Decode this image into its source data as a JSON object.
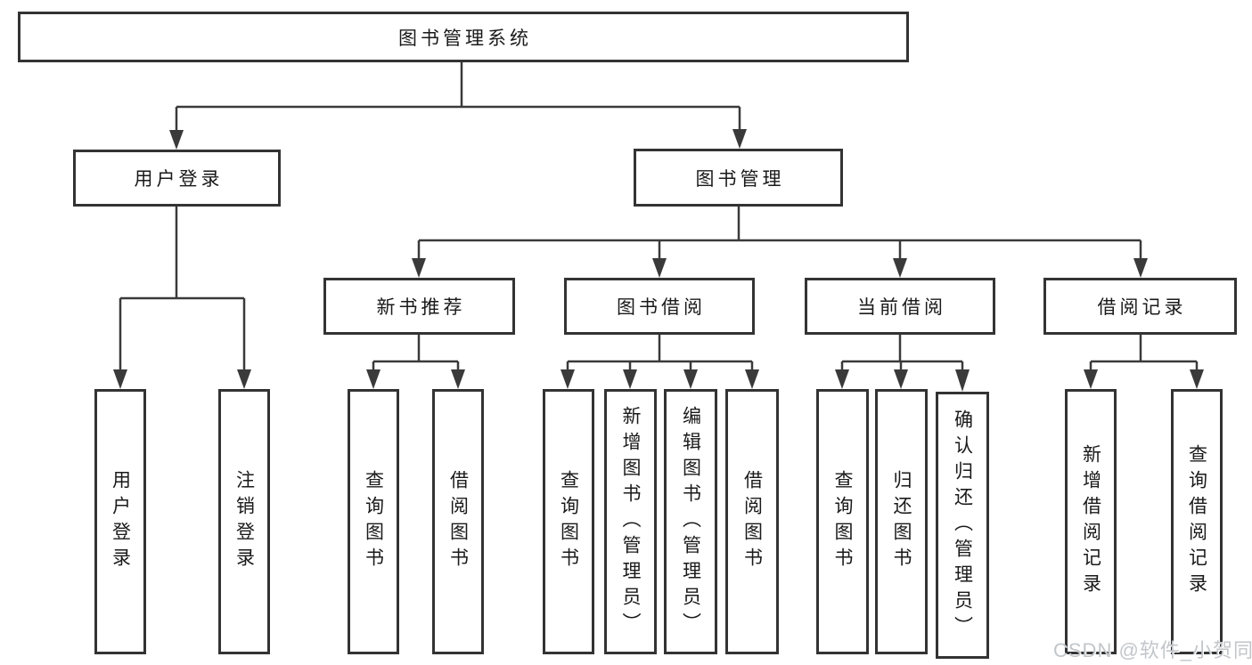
{
  "diagram": {
    "root": {
      "label": "图书管理系统"
    },
    "level2": {
      "user_login": {
        "label": "用户登录"
      },
      "book_management": {
        "label": "图书管理"
      }
    },
    "level3": {
      "new_book_recommend": {
        "label": "新书推荐"
      },
      "book_borrow": {
        "label": "图书借阅"
      },
      "current_borrow": {
        "label": "当前借阅"
      },
      "borrow_record": {
        "label": "借阅记录"
      }
    },
    "leaves": {
      "user_login": [
        "用户登录",
        "注销登录"
      ],
      "new_book_recommend": [
        "查询图书",
        "借阅图书"
      ],
      "book_borrow": [
        "查询图书",
        "新增图书（管理员）",
        "编辑图书（管理员）",
        "借阅图书"
      ],
      "current_borrow": [
        "查询图书",
        "归还图书",
        "确认归还（管理员）"
      ],
      "borrow_record": [
        "新增借阅记录",
        "查询借阅记录"
      ]
    },
    "watermark": "CSDN @软件_小贺同学",
    "colors": {
      "line": "#3a3a3a",
      "border": "#333333",
      "text": "#1a1a1a",
      "watermark": "#c2c6ca",
      "background": "#ffffff"
    }
  }
}
